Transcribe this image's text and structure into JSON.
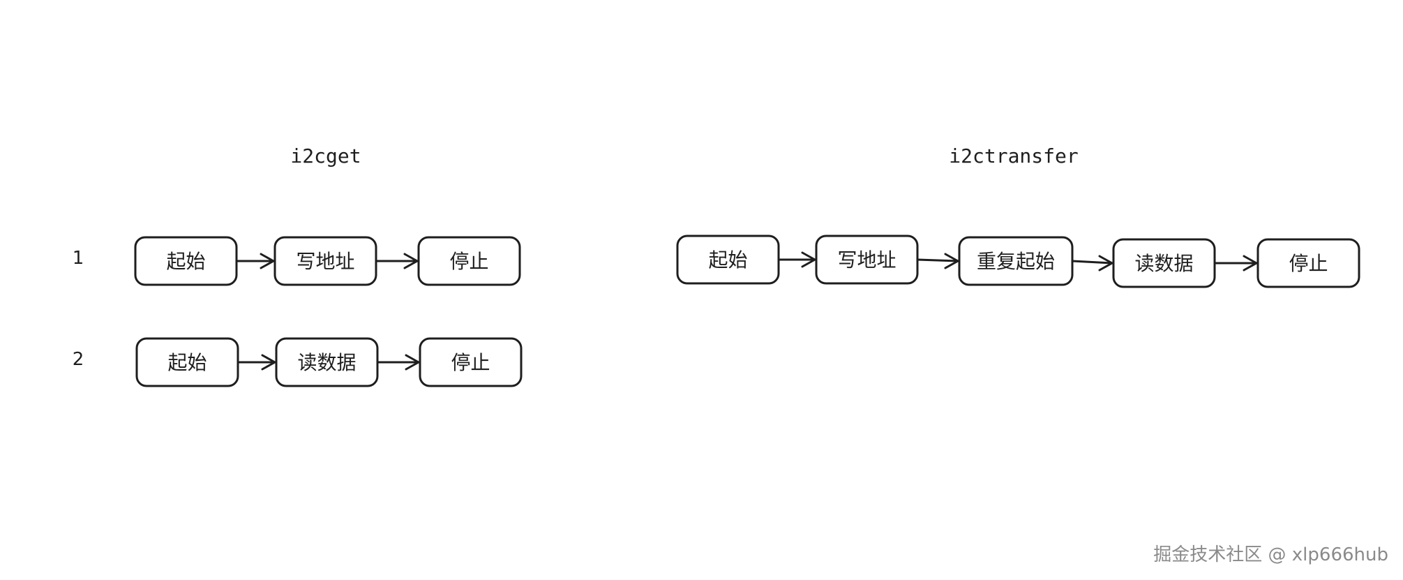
{
  "left": {
    "title": "i2cget",
    "rows": [
      {
        "label": "1",
        "steps": [
          "起始",
          "写地址",
          "停止"
        ]
      },
      {
        "label": "2",
        "steps": [
          "起始",
          "读数据",
          "停止"
        ]
      }
    ]
  },
  "right": {
    "title": "i2ctransfer",
    "rows": [
      {
        "steps": [
          "起始",
          "写地址",
          "重复起始",
          "读数据",
          "停止"
        ]
      }
    ]
  },
  "watermark": "掘金技术社区 @ xlp666hub"
}
